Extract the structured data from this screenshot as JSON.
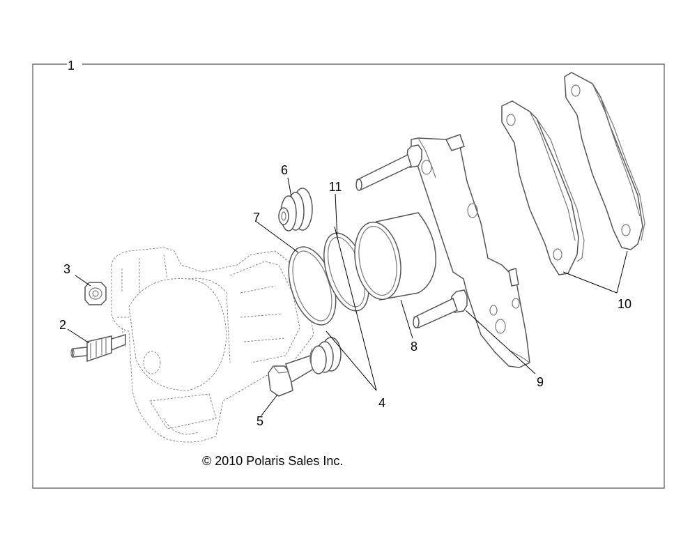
{
  "callouts": {
    "c1": "1",
    "c2": "2",
    "c3": "3",
    "c4": "4",
    "c5": "5",
    "c6": "6",
    "c7": "7",
    "c8": "8",
    "c9": "9",
    "c10": "10",
    "c11": "11"
  },
  "copyright": "© 2010 Polaris Sales Inc."
}
